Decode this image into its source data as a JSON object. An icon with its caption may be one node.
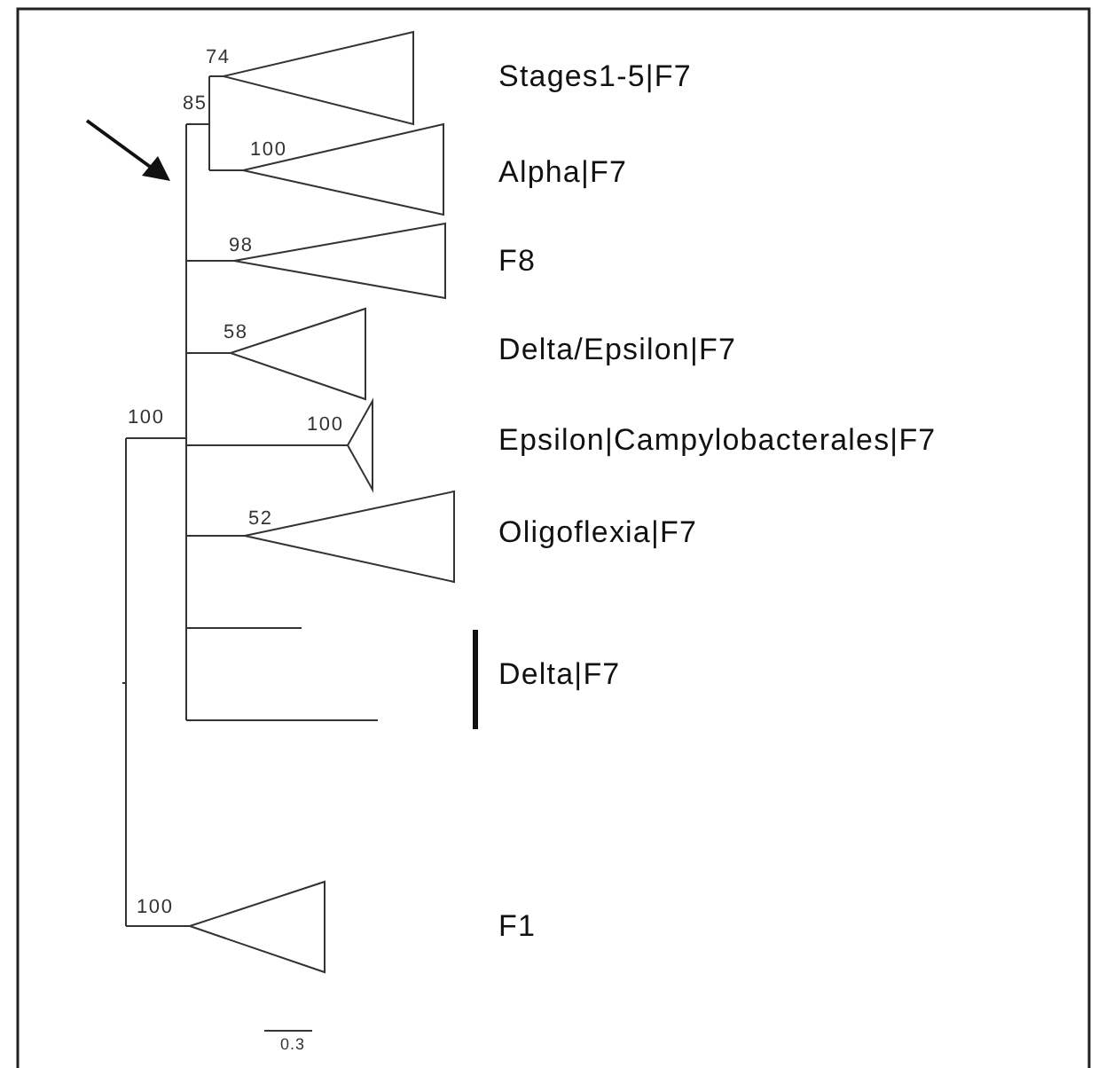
{
  "diagram": {
    "labels": [
      "74",
      "Stages1-5|F7",
      "85",
      "100",
      "Alpha|F7",
      "98",
      "F8",
      "58",
      "Delta/Epsilon|F7",
      "100",
      "100",
      "Epsilon|Campylobacterales|F7",
      "52",
      "Oligoflexia|F7",
      "Delta|F7",
      "100",
      "F1",
      "0.3"
    ]
  }
}
